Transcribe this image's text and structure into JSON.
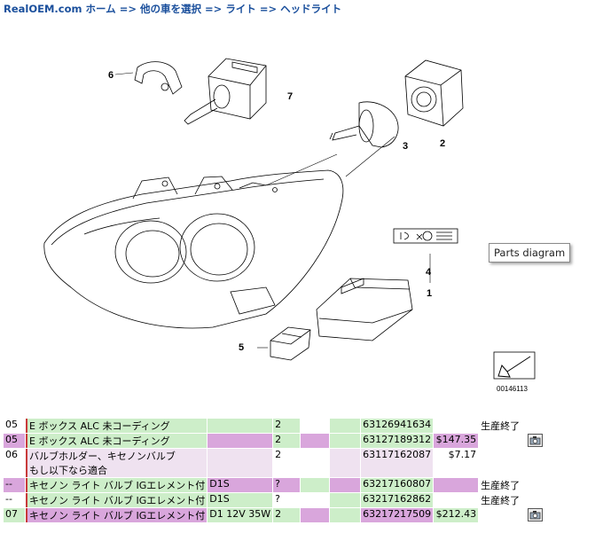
{
  "breadcrumb": {
    "site": "RealOEM.com",
    "items": [
      "ホーム",
      "他の車を選択",
      "ライト",
      "ヘッドライト"
    ],
    "sep": "=>"
  },
  "diagram": {
    "callouts": [
      "6",
      "7",
      "3",
      "2",
      "4",
      "1",
      "5"
    ],
    "image_id": "00146113"
  },
  "tooltip": "Parts diagram",
  "parts": [
    {
      "ref": "05",
      "desc": [
        "E ボックス ALC 未コーディング"
      ],
      "supp": "",
      "qty": "2",
      "part": "63126941634",
      "price": "",
      "status": "生産終了",
      "cam": false
    },
    {
      "ref": "05",
      "desc": [
        "E ボックス ALC 未コーディング"
      ],
      "supp": "",
      "qty": "2",
      "part": "63127189312",
      "price": "$147.35",
      "status": "",
      "cam": true
    },
    {
      "ref": "06",
      "desc": [
        "バルブホルダー、キセノンバルブ",
        "もし以下なら適合"
      ],
      "supp": "",
      "qty": "2",
      "part": "63117162087",
      "price": "$7.17",
      "status": "",
      "cam": false
    },
    {
      "ref": "--",
      "desc": [
        "キセノン ライト バルブ IGエレメント付"
      ],
      "supp": "D1S",
      "qty": "?",
      "part": "63217160807",
      "price": "",
      "status": "生産終了",
      "cam": false
    },
    {
      "ref": "--",
      "desc": [
        "キセノン ライト バルブ IGエレメント付"
      ],
      "supp": "D1S",
      "qty": "?",
      "part": "63217162862",
      "price": "",
      "status": "生産終了",
      "cam": false
    },
    {
      "ref": "07",
      "desc": [
        "キセノン ライト バルブ IGエレメント付"
      ],
      "supp": "D1 12V 35W",
      "qty": "2",
      "part": "63217217509",
      "price": "$212.43",
      "status": "",
      "cam": true
    }
  ],
  "colors": {
    "green": "#cdeec9",
    "purple": "#d9a6dc",
    "link": "#1a4f9c"
  }
}
